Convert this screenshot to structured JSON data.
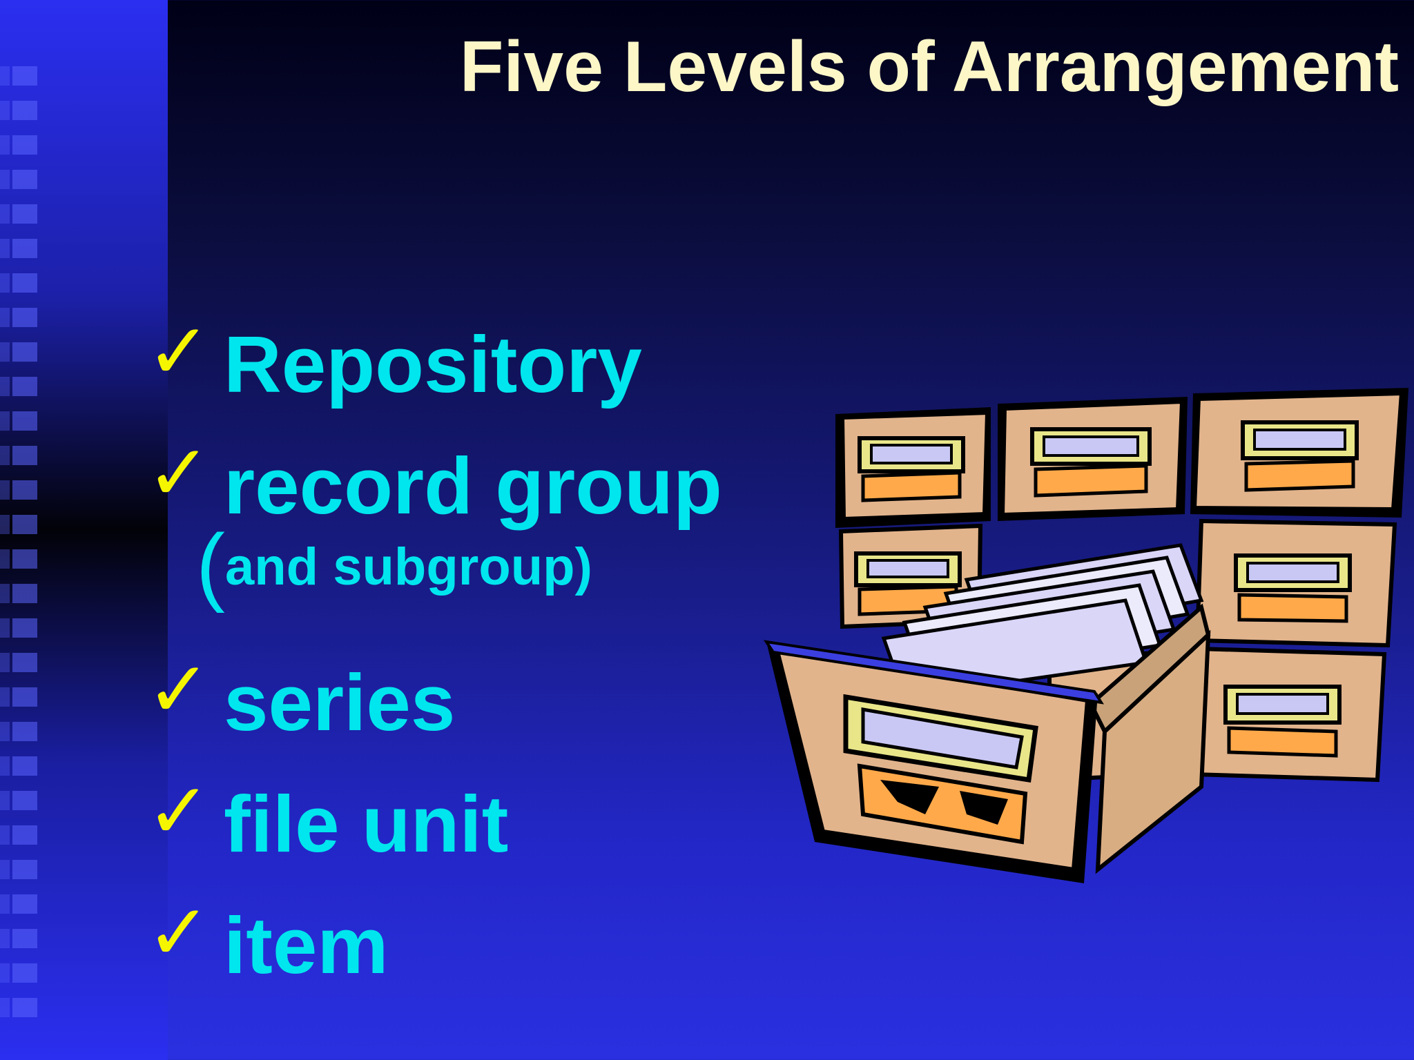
{
  "slide": {
    "title": "Five Levels of Arrangement",
    "items": [
      {
        "label": "Repository"
      },
      {
        "label": "record group"
      },
      {
        "label": "series"
      },
      {
        "label": "file unit"
      },
      {
        "label": "item"
      }
    ],
    "subgroup": {
      "open_paren": "(",
      "label": "and subgroup)"
    },
    "check_glyph": "✓",
    "colors": {
      "title": "#fdf7c8",
      "bullet_text": "#00e6ee",
      "check": "#f5f500",
      "background_top": "#000016",
      "background_bottom": "#2a30e0"
    },
    "illustration": "card-catalog-cabinet"
  }
}
